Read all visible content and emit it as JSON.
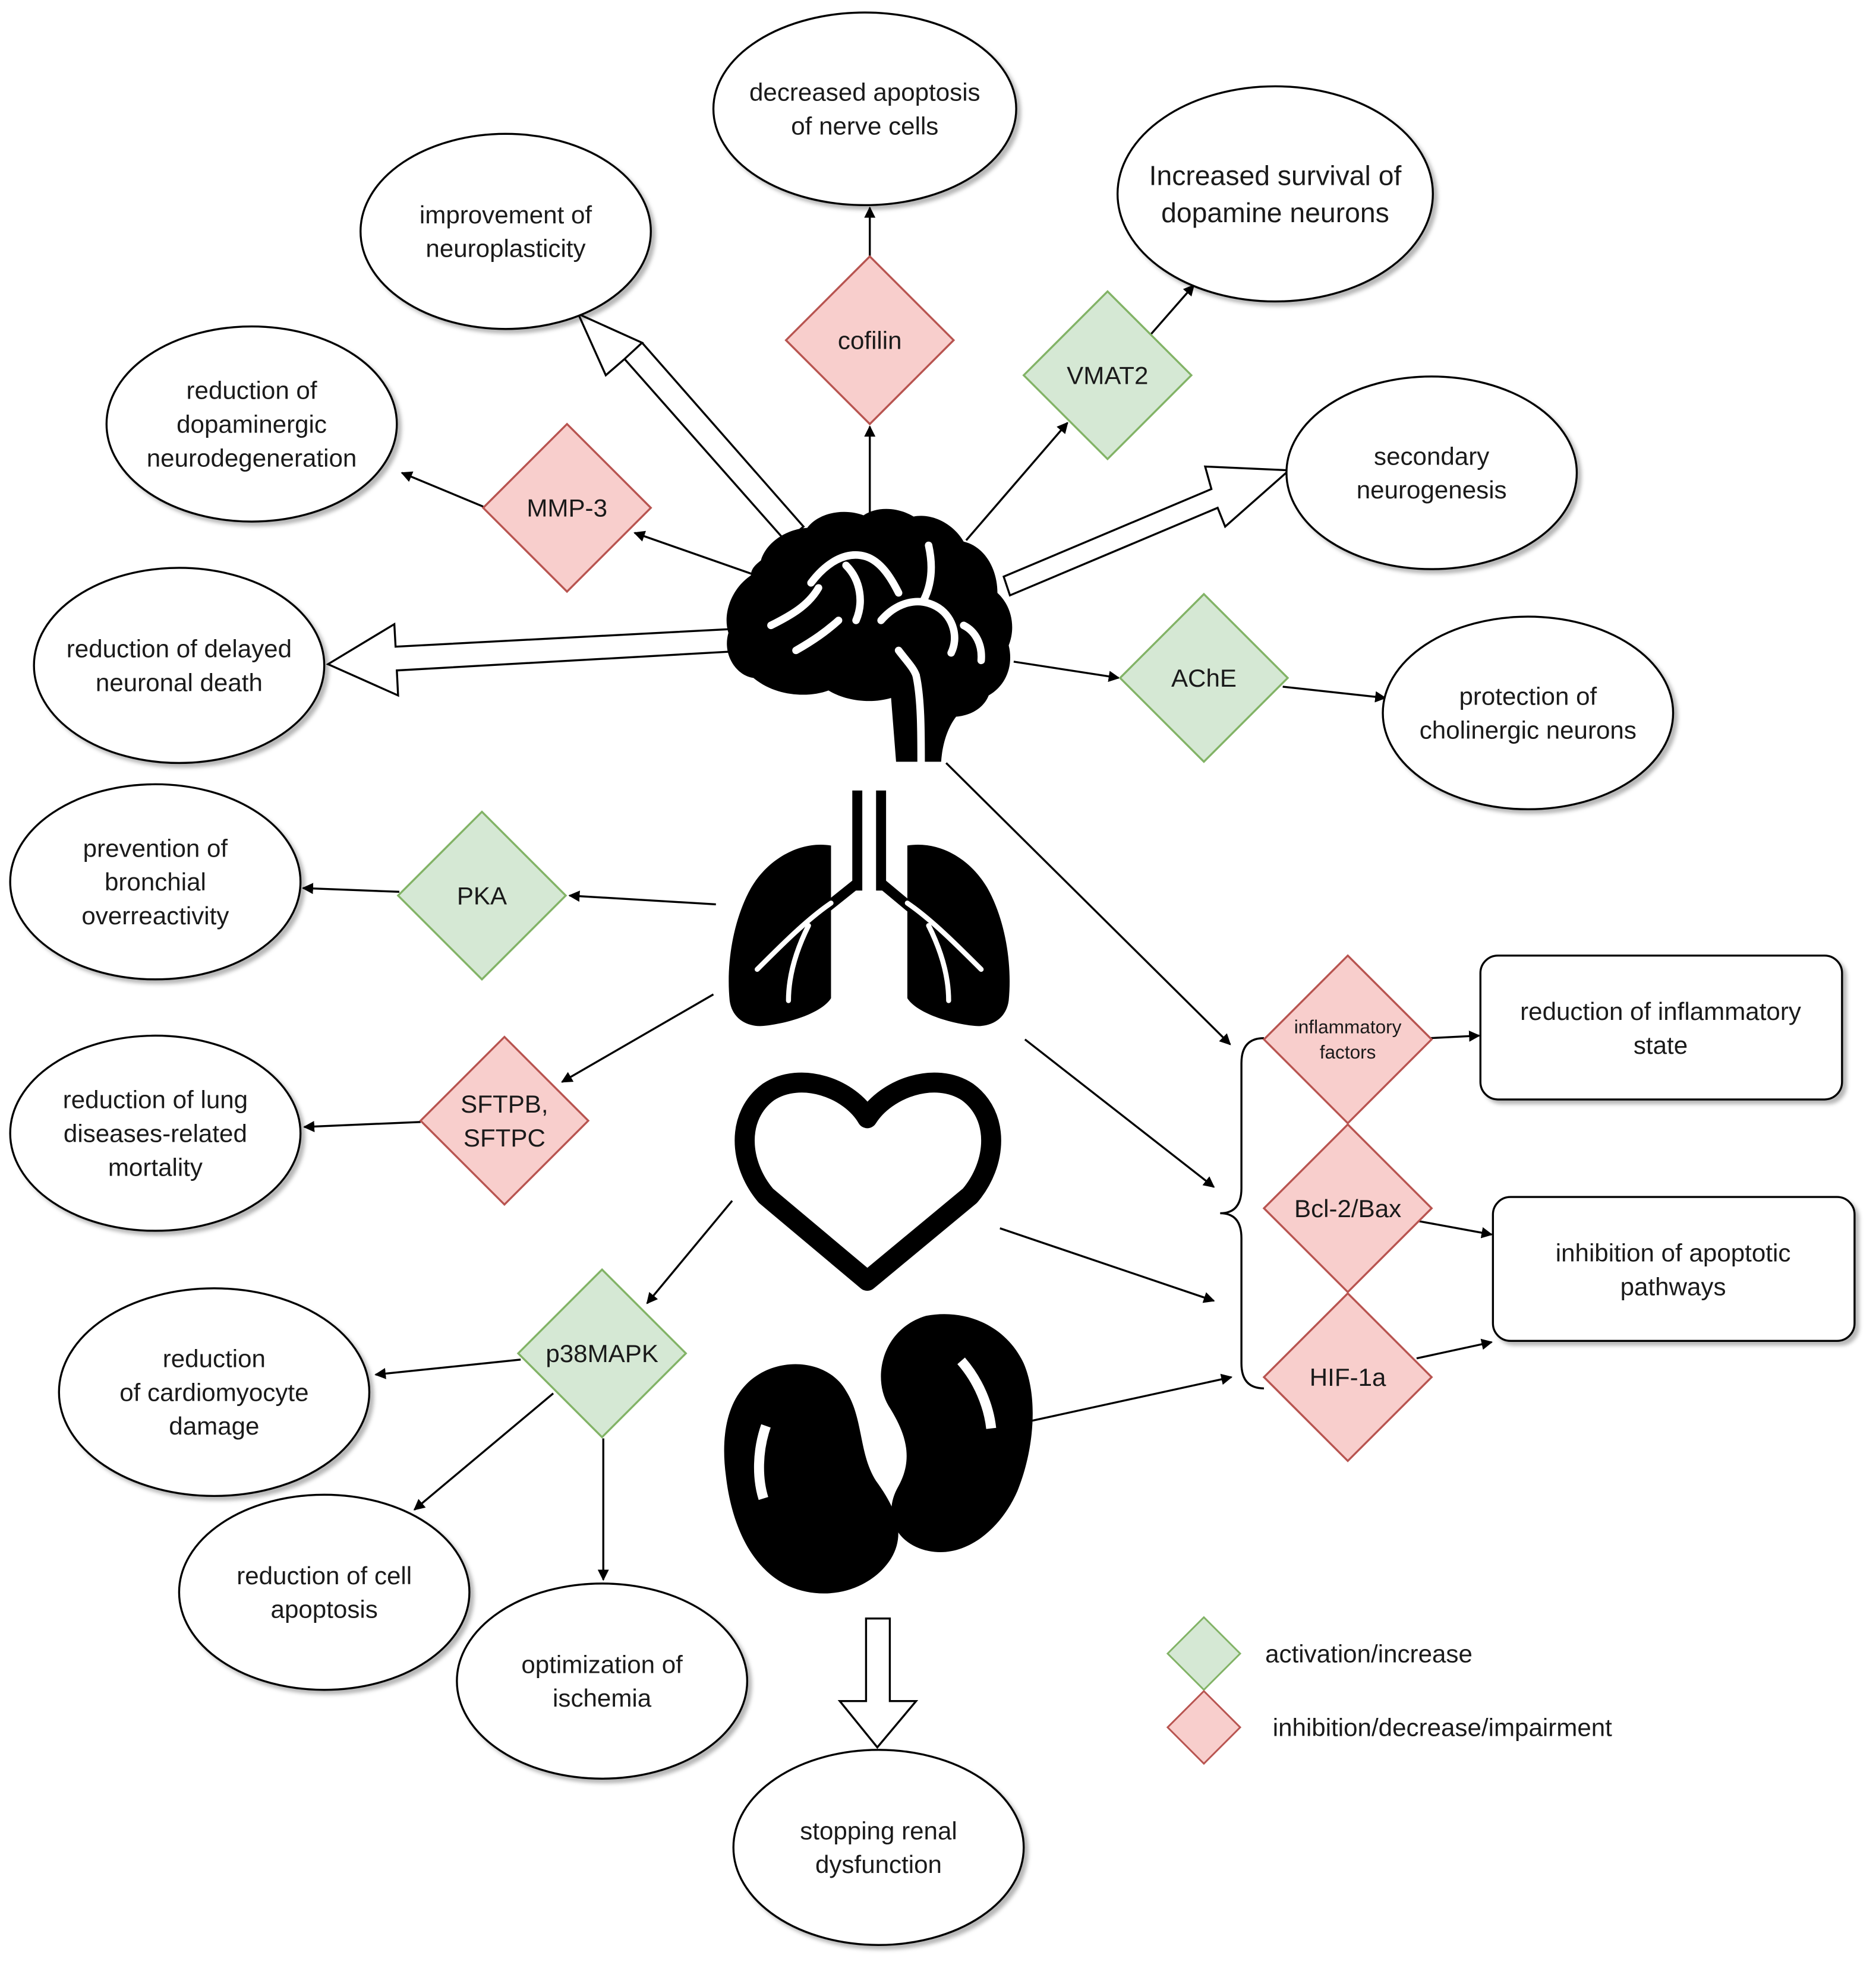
{
  "colors": {
    "activation_fill": "#d5e8d4",
    "activation_stroke": "#82b366",
    "inhibition_fill": "#f8cecc",
    "inhibition_stroke": "#b85450",
    "ink": "#000000"
  },
  "organs": {
    "brain": "brain-icon",
    "lungs": "lungs-icon",
    "heart": "heart-icon",
    "kidneys": "kidneys-icon"
  },
  "nodes": {
    "decreased_apoptosis": [
      "decreased apoptosis",
      "of nerve cells"
    ],
    "neuroplasticity": [
      "improvement of",
      "neuroplasticity"
    ],
    "dopamine_survival": [
      "Increased survival of",
      "dopamine neurons"
    ],
    "dopaminergic": [
      "reduction of",
      "dopaminergic",
      "neurodegeneration"
    ],
    "secondary_neurogenesis": [
      "secondary",
      "neurogenesis"
    ],
    "delayed_death": [
      "reduction of delayed",
      "neuronal death"
    ],
    "cholinergic": [
      "protection of",
      "cholinergic neurons"
    ],
    "bronchial": [
      "prevention of",
      "bronchial",
      "overreactivity"
    ],
    "lung_mortality": [
      "reduction of lung",
      "diseases-related",
      "mortality"
    ],
    "inflammatory_state": [
      "reduction of inflammatory",
      "state"
    ],
    "apoptotic_pathways": [
      "inhibition of apoptotic",
      "pathways"
    ],
    "cardiomyocyte": [
      "reduction",
      "of cardiomyocyte",
      "damage"
    ],
    "cell_apoptosis": [
      "reduction of cell",
      "apoptosis"
    ],
    "ischemia": [
      "optimization of",
      "ischemia"
    ],
    "renal": [
      "stopping renal",
      "dysfunction"
    ]
  },
  "factors": {
    "cofilin": [
      "cofilin"
    ],
    "vmat2": [
      "VMAT2"
    ],
    "mmp3": [
      "MMP-3"
    ],
    "ache": [
      "AChE"
    ],
    "pka": [
      "PKA"
    ],
    "sftp": [
      "SFTPB,",
      "SFTPC"
    ],
    "inflammatory": [
      "inflammatory",
      "factors"
    ],
    "bcl2": [
      "Bcl-2/Bax"
    ],
    "hif1a": [
      "HIF-1a"
    ],
    "p38": [
      "p38MAPK"
    ]
  },
  "legend": {
    "activation": "activation/increase",
    "inhibition": "inhibition/decrease/impairment"
  }
}
